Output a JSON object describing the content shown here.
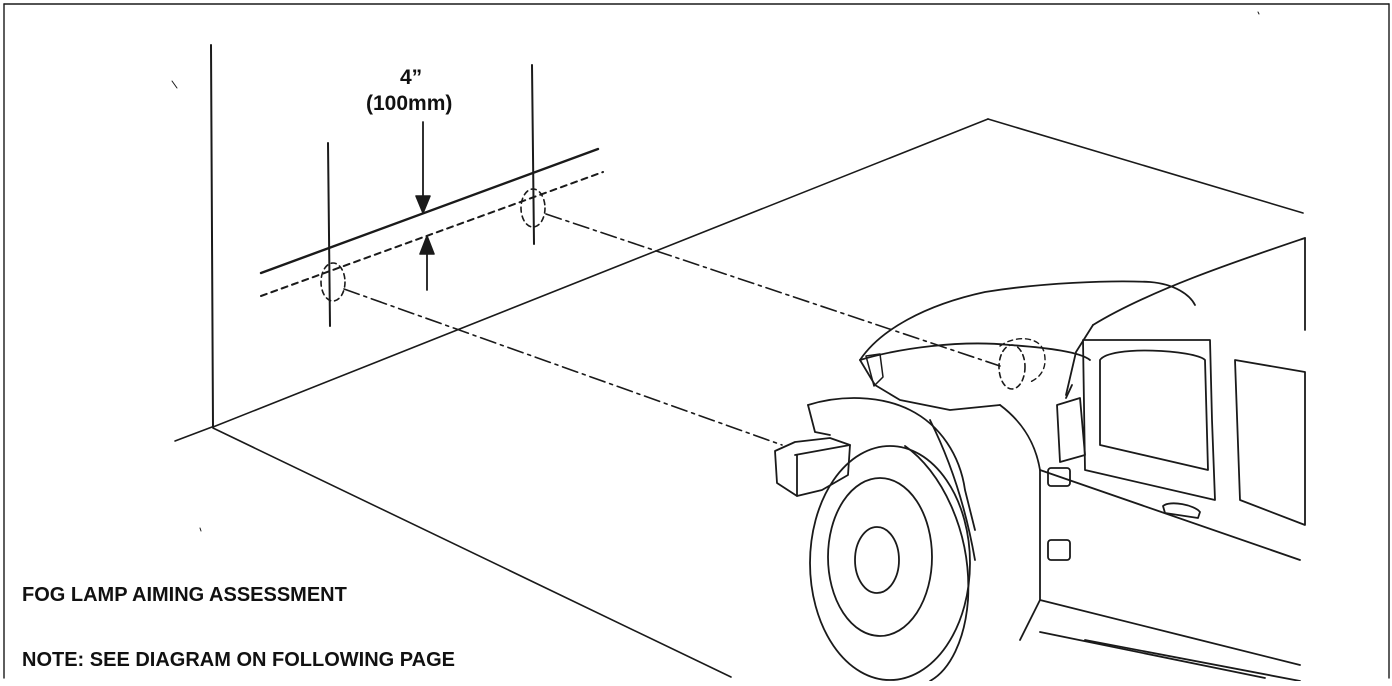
{
  "figure": {
    "dimension_imperial": "4”",
    "dimension_metric": "(100mm)",
    "caption": "FOG LAMP AIMING ASSESSMENT",
    "note": "NOTE: SEE DIAGRAM ON FOLLOWING PAGE"
  },
  "colors": {
    "line": "#1a1a1a",
    "background": "#ffffff"
  }
}
